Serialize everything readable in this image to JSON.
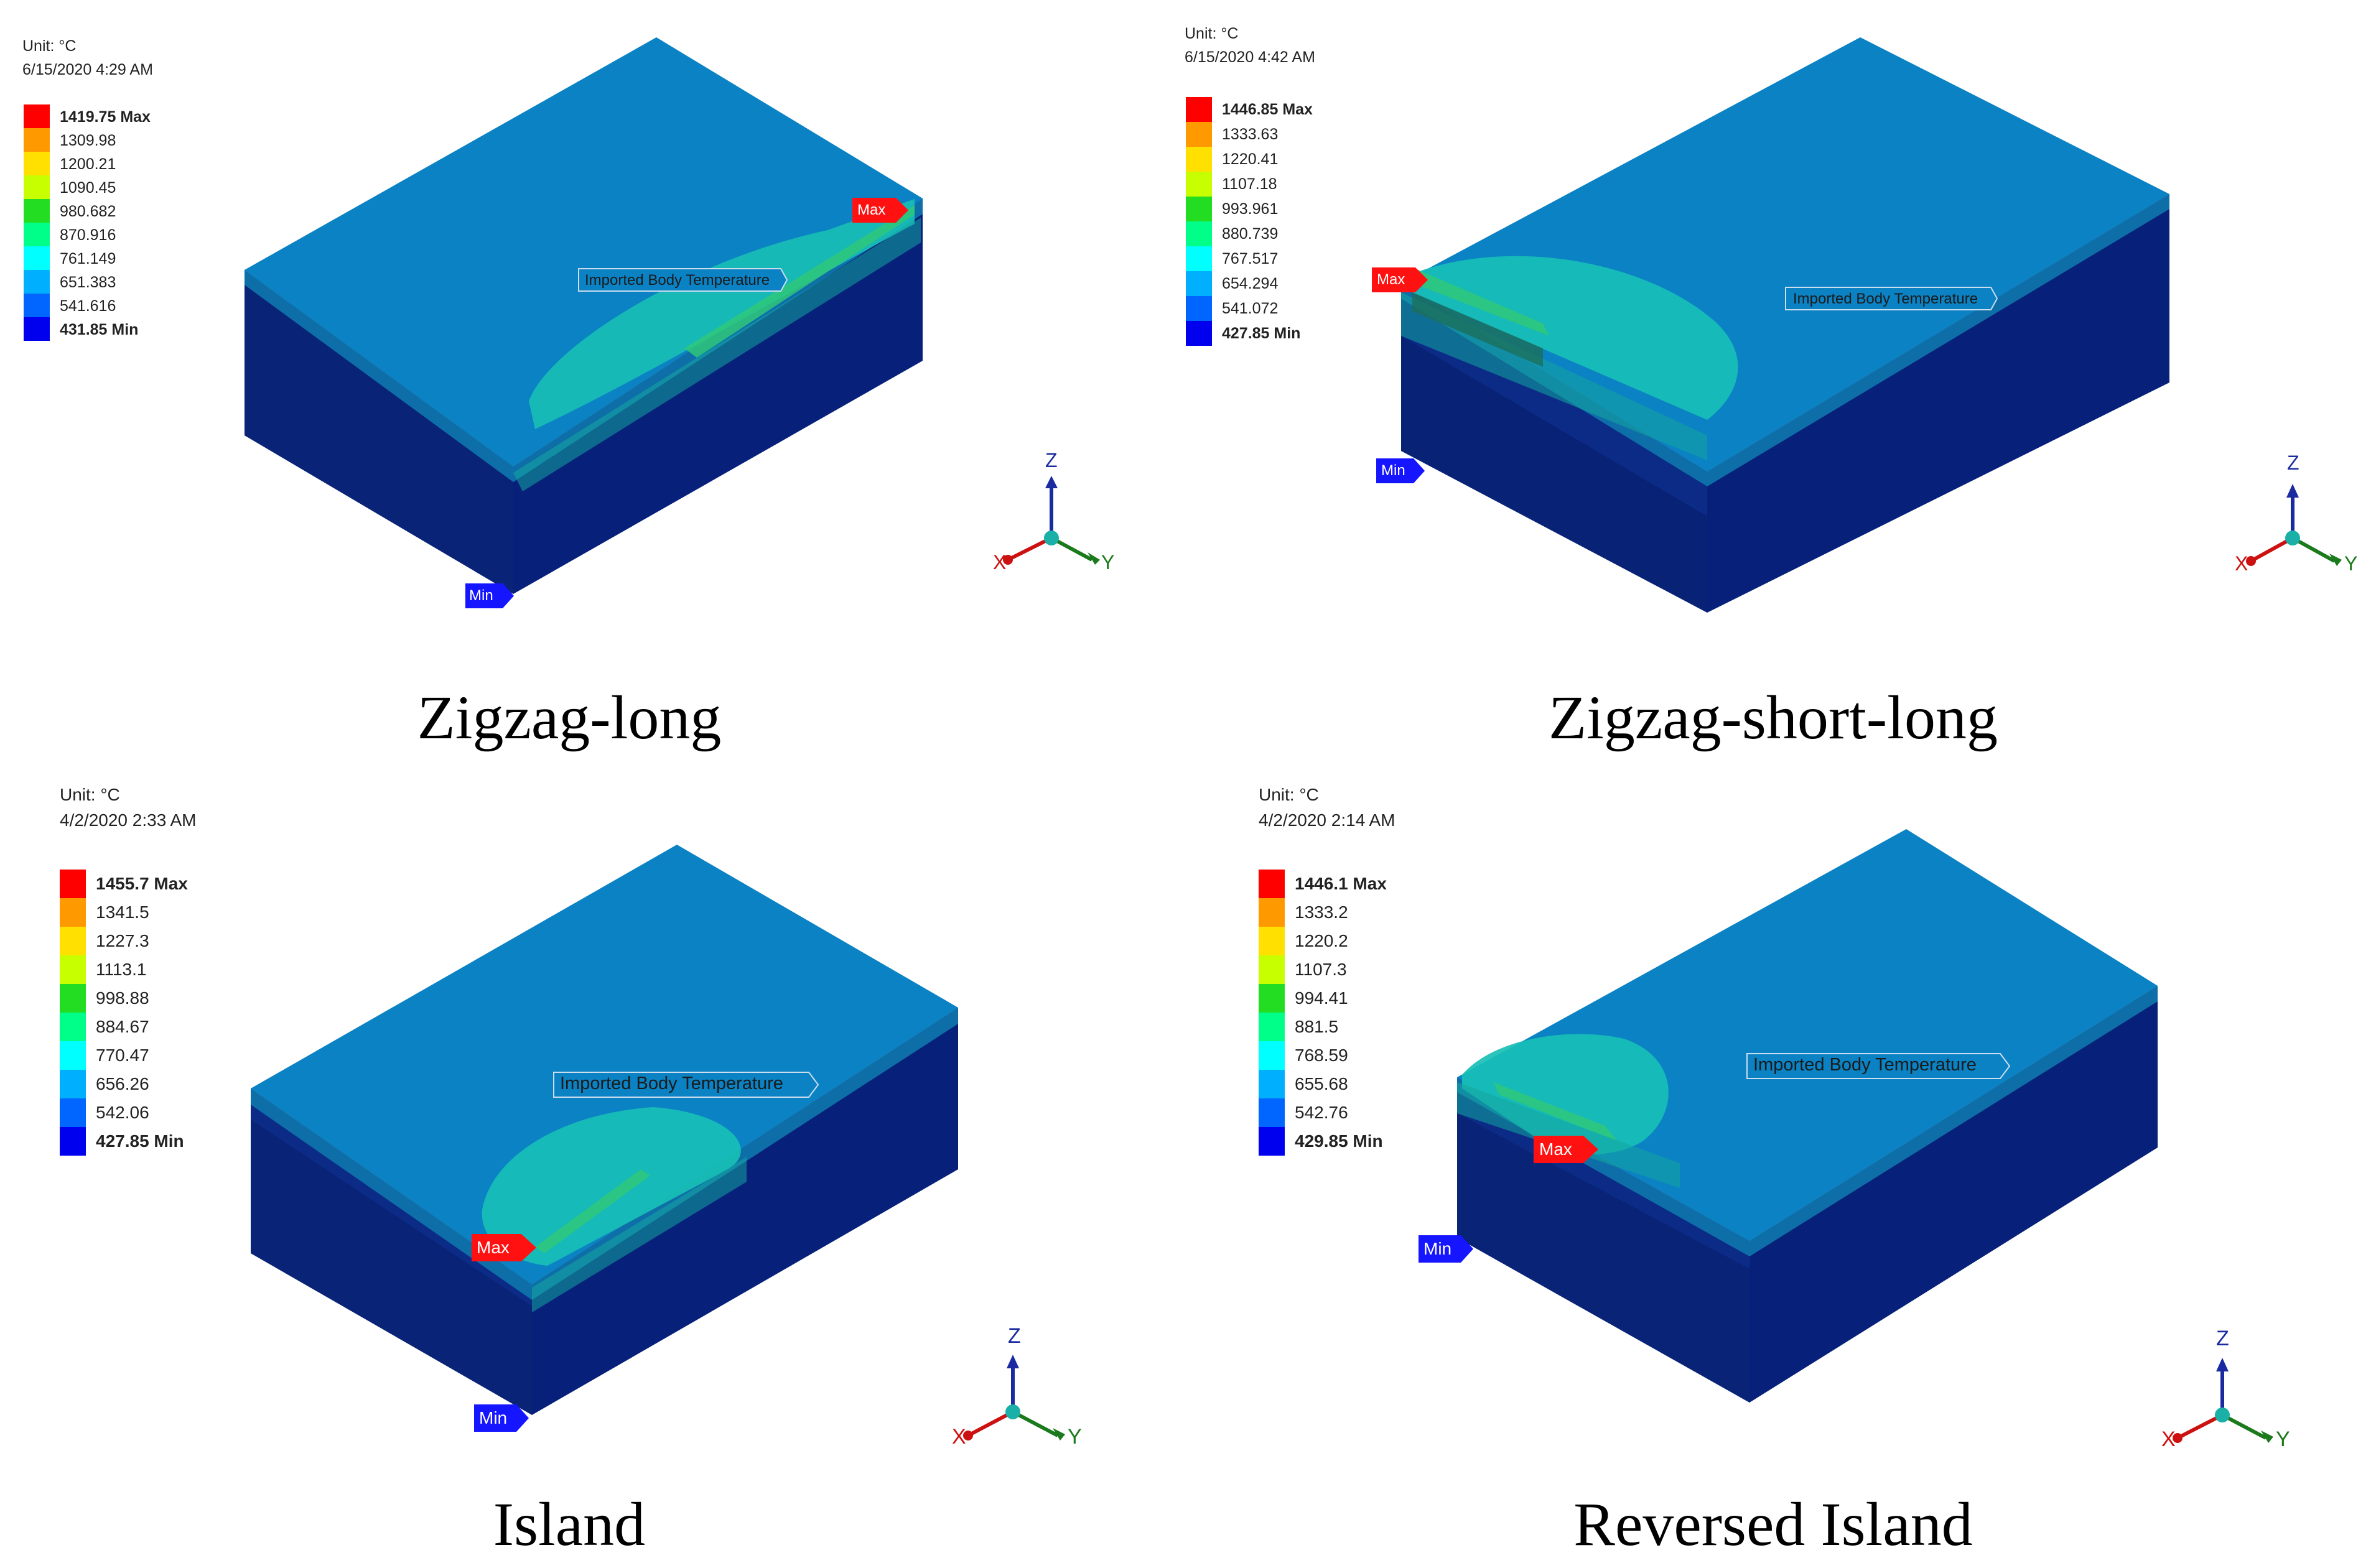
{
  "panels": [
    {
      "caption": "Zigzag-long",
      "unit": "Unit: °C",
      "timestamp": "6/15/2020 4:29 AM",
      "legend": [
        "1419.75 Max",
        "1309.98",
        "1200.21",
        "1090.45",
        "980.682",
        "870.916",
        "761.149",
        "651.383",
        "541.616",
        "431.85 Min"
      ],
      "result_label": "Imported Body Temperature",
      "max_tag": "Max",
      "min_tag": "Min"
    },
    {
      "caption": "Zigzag-short-long",
      "unit": "Unit: °C",
      "timestamp": "6/15/2020 4:42 AM",
      "legend": [
        "1446.85 Max",
        "1333.63",
        "1220.41",
        "1107.18",
        "993.961",
        "880.739",
        "767.517",
        "654.294",
        "541.072",
        "427.85 Min"
      ],
      "result_label": "Imported Body Temperature",
      "max_tag": "Max",
      "min_tag": "Min"
    },
    {
      "caption": "Island",
      "unit": "Unit: °C",
      "timestamp": "4/2/2020 2:33 AM",
      "legend": [
        "1455.7 Max",
        "1341.5",
        "1227.3",
        "1113.1",
        "998.88",
        "884.67",
        "770.47",
        "656.26",
        "542.06",
        "427.85 Min"
      ],
      "result_label": "Imported Body Temperature",
      "max_tag": "Max",
      "min_tag": "Min"
    },
    {
      "caption": "Reversed Island",
      "unit": "Unit: °C",
      "timestamp": "4/2/2020 2:14 AM",
      "legend": [
        "1446.1 Max",
        "1333.2",
        "1220.2",
        "1107.3",
        "994.41",
        "881.5",
        "768.59",
        "655.68",
        "542.76",
        "429.85 Min"
      ],
      "result_label": "Imported Body Temperature",
      "max_tag": "Max",
      "min_tag": "Min"
    }
  ],
  "legend_colors": [
    "#ff0000",
    "#ff9900",
    "#ffe000",
    "#c8ff00",
    "#22dd22",
    "#00ff88",
    "#00ffff",
    "#00b0ff",
    "#0066ff",
    "#0000ee"
  ],
  "axis_labels": {
    "x": "X",
    "y": "Y",
    "z": "Z"
  },
  "colors": {
    "top_face": "#0a82c4",
    "side_face": "#0b2b86",
    "front_face": "#07217a",
    "heat_zone": "#18bfb6",
    "heat_core": "#2fc87a",
    "max_tag": "#ff1111",
    "min_tag": "#1515ff"
  }
}
